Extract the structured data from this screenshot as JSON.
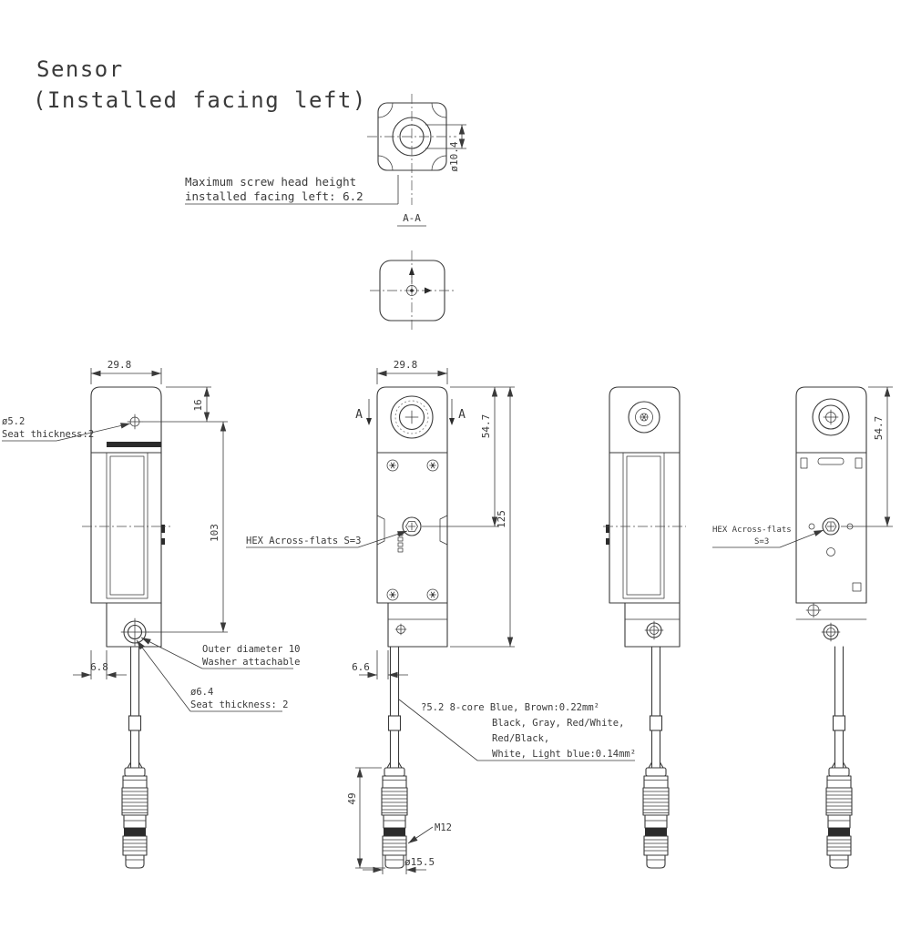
{
  "title": {
    "line1": "Sensor",
    "line2": "(Installed facing left)"
  },
  "section_aa": {
    "label": "A-A",
    "bore_diameter": "ø10.4",
    "screw_note": {
      "line1": "Maximum screw head height",
      "line2": "installed facing left: 6.2"
    }
  },
  "left_view": {
    "dim_width": "29.8",
    "dim_head_hole": "16",
    "dim_hole_span": "103",
    "dim_step": "6.8",
    "top_hole_note": {
      "line1": "ø5.2",
      "line2": "Seat thickness:2"
    },
    "washer_note": {
      "line1": "Outer diameter 10",
      "line2": "Washer attachable"
    },
    "bottom_hole_note": {
      "line1": "ø6.4",
      "line2": "Seat thickness: 2"
    }
  },
  "front_view": {
    "dim_width": "29.8",
    "section_marker": "A",
    "dim_head_to_hex": "54.7",
    "dim_total_height": "125",
    "dim_step": "6.6",
    "hex_note": "HEX Across-flats S=3",
    "cable_note": {
      "line1": "?5.2 8-core Blue, Brown:0.22mm²",
      "line2": "Black, Gray, Red/White,",
      "line3": "Red/Black,",
      "line4": "White, Light blue:0.14mm²"
    },
    "dim_connector_length": "49",
    "thread_label": "M12",
    "dim_connector_diameter": "ø15.5"
  },
  "back_view": {
    "dim_head_to_hex": "54.7",
    "hex_note": {
      "line1": "HEX Across-flats",
      "line2": "S=3"
    }
  }
}
